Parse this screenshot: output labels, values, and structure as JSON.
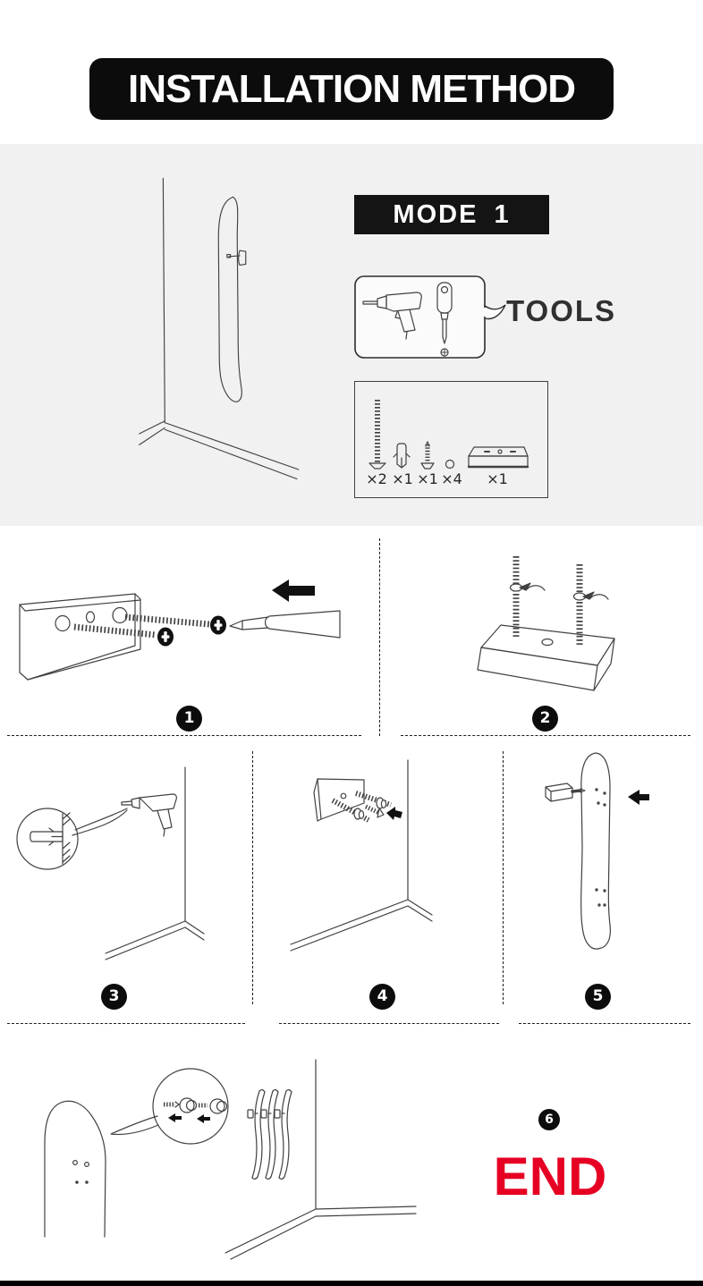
{
  "header": {
    "title": "INSTALLATION METHOD"
  },
  "mode_panel": {
    "mode_label": "MODE 1",
    "tools_label": "TOOLS",
    "parts": [
      {
        "item": "long-screw",
        "qty": "×2"
      },
      {
        "item": "wall-anchor",
        "qty": "×1"
      },
      {
        "item": "short-screw",
        "qty": "×1"
      },
      {
        "item": "nut",
        "qty": "×4"
      },
      {
        "item": "mount-block",
        "qty": "×1"
      }
    ]
  },
  "steps": [
    {
      "number": "1",
      "illustration": "screw-rods-into-mount-block-with-screwdriver"
    },
    {
      "number": "2",
      "illustration": "two-threaded-rods-upright-in-mount-block"
    },
    {
      "number": "3",
      "illustration": "drill-wall-and-insert-anchor"
    },
    {
      "number": "4",
      "illustration": "fasten-mount-block-to-wall"
    },
    {
      "number": "5",
      "illustration": "hang-skateboard-deck-on-wall-mount"
    },
    {
      "number": "6",
      "illustration": "tighten-nuts-decks-displayed-on-wall"
    }
  ],
  "footer": {
    "end_label": "END"
  },
  "colors": {
    "accent_red": "#e60023",
    "panel_gray": "#f1f1f1",
    "ink_black": "#111111"
  }
}
